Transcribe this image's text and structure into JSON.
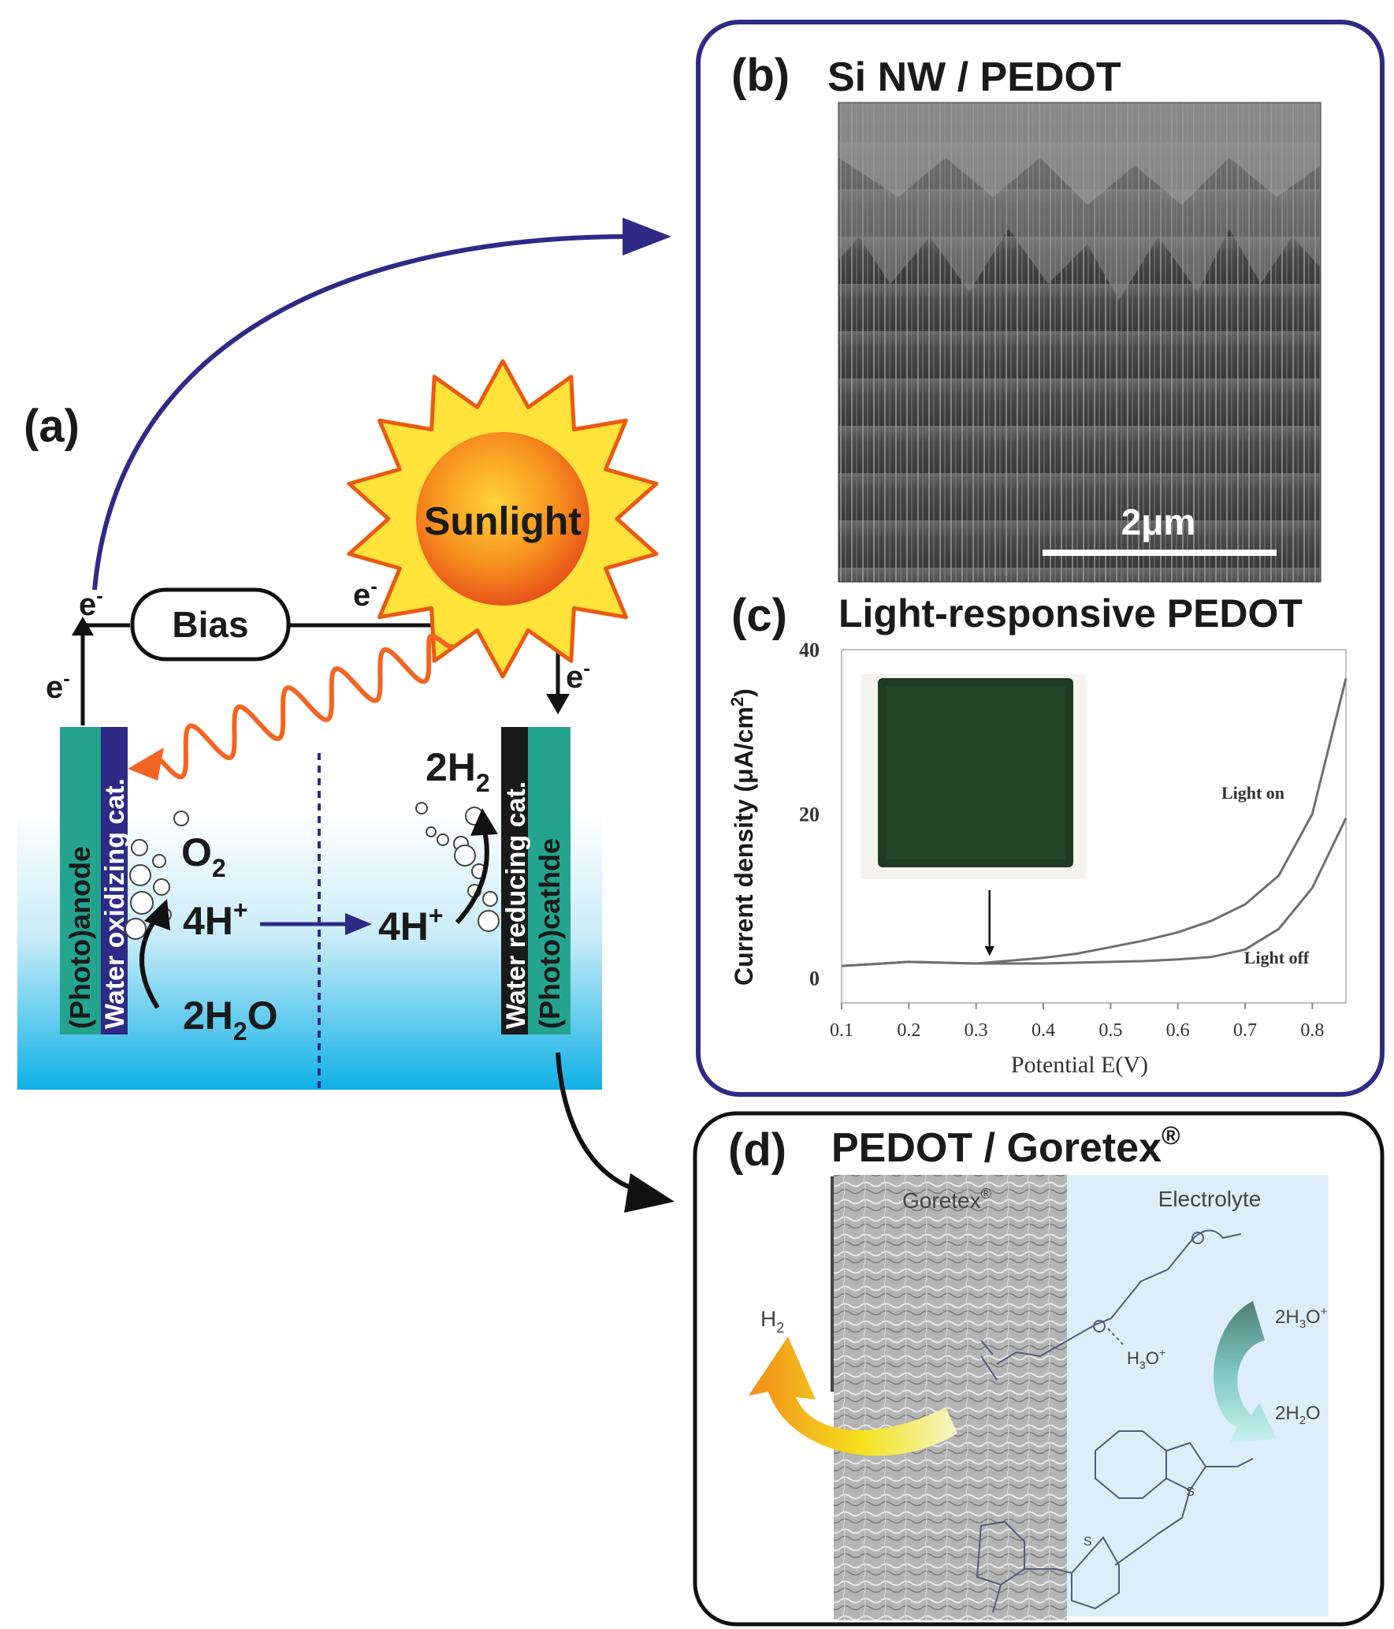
{
  "panel_a": {
    "label": "(a)",
    "sun_label": "Sunlight",
    "bias_label": "Bias",
    "electron_labels": [
      "e-",
      "e-",
      "e-",
      "e-"
    ],
    "anode_label": "(Photo)anode",
    "anode_catalyst_label": "Water oxidizing cat.",
    "cathode_label": "(Photo)cathde",
    "cathode_catalyst_label": "Water reducing cat.",
    "species": {
      "o2": "O2",
      "h_plus_left": "4H+",
      "h_plus_right": "4H+",
      "water": "2H2O",
      "h2": "2H2"
    }
  },
  "panel_b": {
    "label": "(b)",
    "title": "Si NW / PEDOT",
    "scale_bar": "2μm"
  },
  "panel_c": {
    "label": "(c)",
    "title": "Light-responsive PEDOT",
    "ylabel_prefix": "Current density (μA/cm",
    "ylabel_sup": "2",
    "ylabel_suffix": ")",
    "xlabel": "Potential E(V)",
    "light_on_label": "Light on",
    "light_off_label": "Light off"
  },
  "panel_d": {
    "label": "(d)",
    "title": "PEDOT / Goretex",
    "title_mark": "®",
    "goretex_label": "Goretex",
    "goretex_mark": "®",
    "electrolyte_label": "Electrolyte",
    "h2_label": "H2",
    "h3o_label": "H3O+",
    "h3o_2_label": "2H3O+",
    "water_label": "2H2O"
  },
  "colors": {
    "frame_purple": "#2e2a86",
    "electrode_teal": "#24a48f",
    "water_blue": "#10b0e6",
    "sun_orange": "#ea5a0f",
    "sun_yellow": "#ffe23a",
    "photo_orange": "#f26522",
    "electrolyte_bg": "#ddeef8"
  },
  "chart_data": {
    "type": "line",
    "title": "Light-responsive PEDOT",
    "xlabel": "Potential E(V)",
    "ylabel": "Current density (μA/cm2)",
    "xlim": [
      0.1,
      0.85
    ],
    "ylim": [
      -3,
      40
    ],
    "x_ticks": [
      0.1,
      0.2,
      0.3,
      0.4,
      0.5,
      0.6,
      0.7,
      0.8
    ],
    "y_ticks": [
      0,
      20,
      40
    ],
    "grid": false,
    "annotation_arrow_x": 0.32,
    "series": [
      {
        "name": "Light on",
        "x": [
          0.1,
          0.2,
          0.3,
          0.4,
          0.45,
          0.5,
          0.55,
          0.6,
          0.65,
          0.7,
          0.75,
          0.8,
          0.85
        ],
        "y": [
          1.5,
          2.0,
          1.8,
          2.5,
          3.0,
          3.8,
          4.6,
          5.6,
          7.0,
          9.0,
          12.5,
          20.0,
          36.5
        ]
      },
      {
        "name": "Light off",
        "x": [
          0.1,
          0.2,
          0.3,
          0.4,
          0.5,
          0.55,
          0.6,
          0.65,
          0.7,
          0.75,
          0.8,
          0.85
        ],
        "y": [
          1.5,
          2.0,
          1.8,
          1.8,
          2.0,
          2.1,
          2.3,
          2.6,
          3.5,
          6.0,
          11.0,
          19.5
        ]
      }
    ]
  }
}
